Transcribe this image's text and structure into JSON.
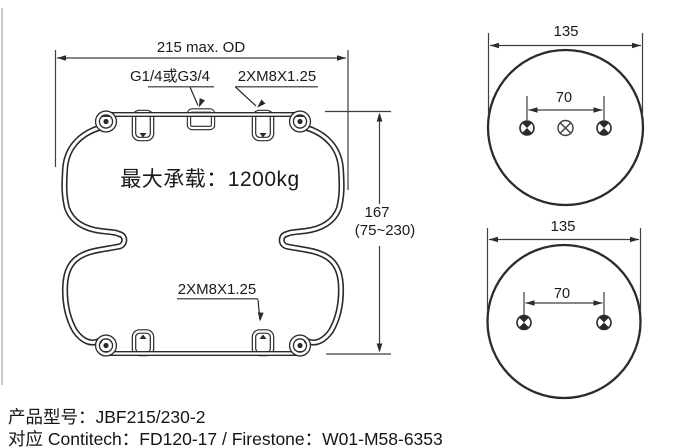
{
  "colors": {
    "background": "#ffffff",
    "line": "#2b2b2b",
    "dimension": "#3d3d3d",
    "text": "#1a1a1a",
    "page_edge": "#c9c9c9"
  },
  "icons": {
    "air_port": "circle-cross-symbol",
    "bolt_hole": "quadrant-target-symbol"
  },
  "side_view": {
    "dim_od": "215 max. OD",
    "port_label": "G1/4或G3/4",
    "stud_label_top": "2XM8X1.25",
    "max_load": "最大承载：1200kg",
    "dim_height": "167",
    "dim_height_range": "(75~230)",
    "stud_label_bottom": "2XM8X1.25"
  },
  "top_plate_view": {
    "dim_diameter": "135",
    "dim_bolt_spacing": "70"
  },
  "bottom_plate_view": {
    "dim_diameter": "135",
    "dim_bolt_spacing": "70"
  },
  "footer": {
    "model_line": "产品型号：JBF215/230-2",
    "cross_reference_line": "对应 Contitech：FD120-17 /  Firestone：W01-M58-6353"
  }
}
